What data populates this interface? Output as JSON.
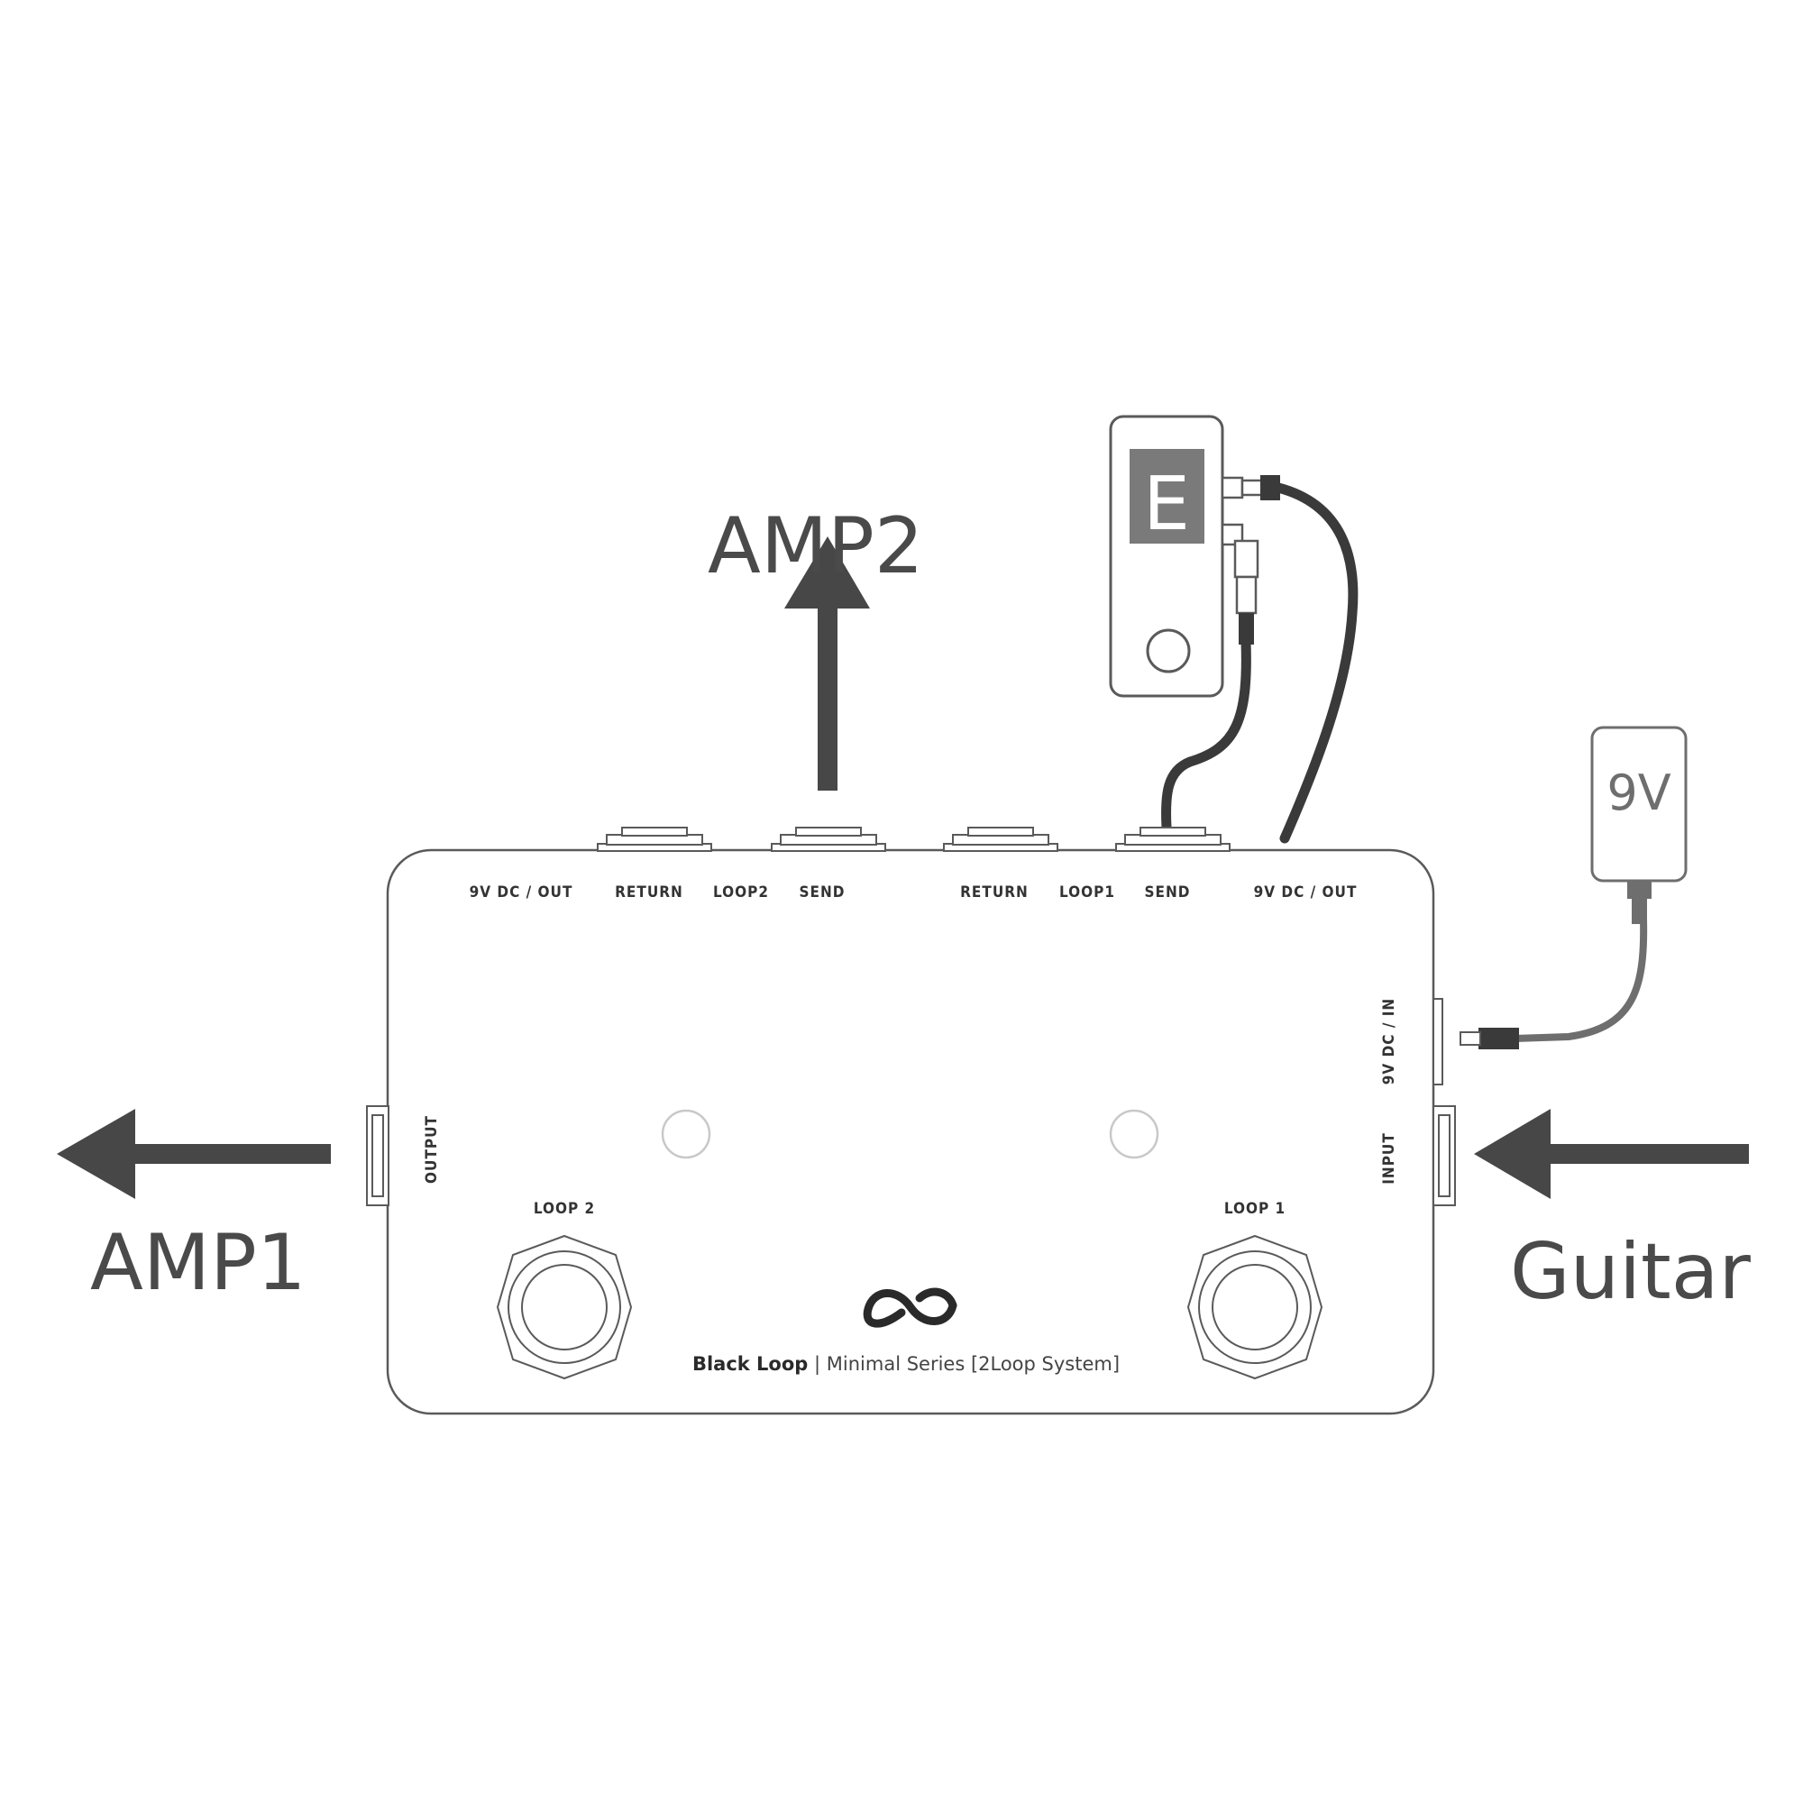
{
  "labels": {
    "amp1": "AMP1",
    "amp2": "AMP2",
    "guitar": "Guitar",
    "power": "9V",
    "tuner_display": "E"
  },
  "device": {
    "top_jacks": {
      "dc_out_left": "9V DC / OUT",
      "return_2": "RETURN",
      "loop2": "LOOP2",
      "send_2": "SEND",
      "return_1": "RETURN",
      "loop1": "LOOP1",
      "send_1": "SEND",
      "dc_out_right": "9V DC / OUT"
    },
    "side_jacks": {
      "output": "OUTPUT",
      "dc_in": "9V DC / IN",
      "input": "INPUT"
    },
    "footswitches": {
      "loop2": "LOOP 2",
      "loop1": "LOOP 1"
    },
    "brand": {
      "name": "Black Loop",
      "separator": " | ",
      "series": "Minimal Series [2Loop System]"
    }
  },
  "colors": {
    "line": "#5a5a5a",
    "arrow": "#474747",
    "cable": "#3a3a3a",
    "power_cable": "#6e6e6e",
    "tuner_screen": "#7a7a7a"
  }
}
